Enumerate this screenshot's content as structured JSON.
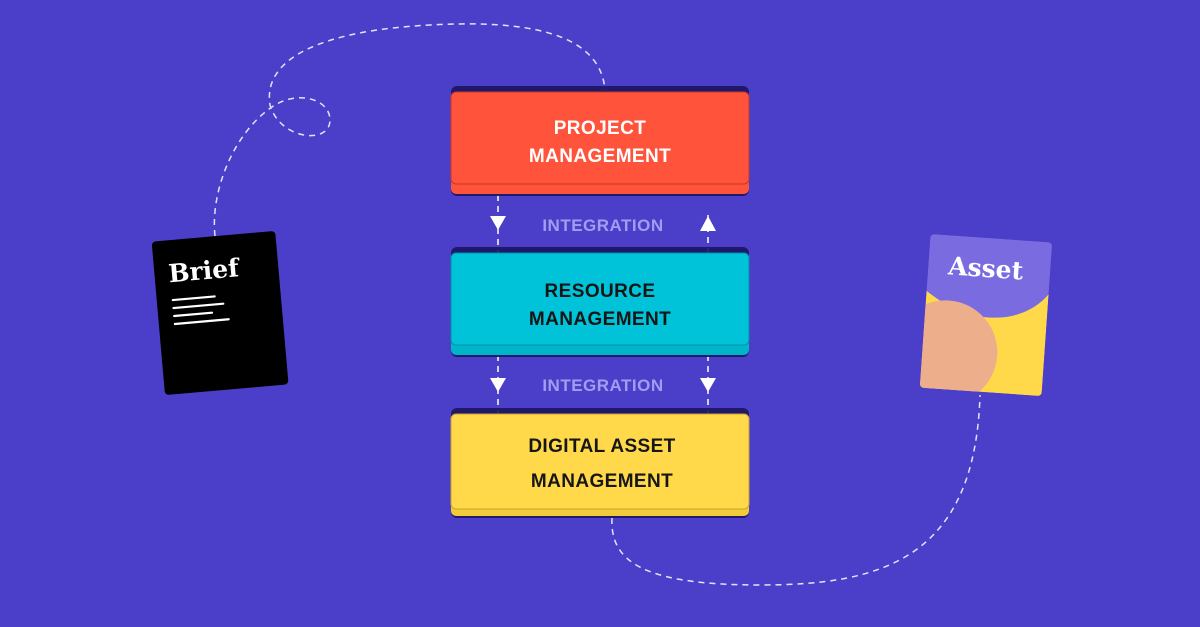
{
  "diagram": {
    "boxes": [
      {
        "line1": "PROJECT",
        "line2": "MANAGEMENT",
        "color": "#ff533b",
        "text_color": "#ffffff"
      },
      {
        "line1": "RESOURCE",
        "line2": "MANAGEMENT",
        "color": "#00c2d8",
        "text_color": "#161616"
      },
      {
        "line1": "DIGITAL ASSET",
        "line2": "MANAGEMENT",
        "color": "#ffd94a",
        "text_color": "#161616"
      }
    ],
    "integrations": [
      {
        "label": "INTEGRATION"
      },
      {
        "label": "INTEGRATION"
      }
    ],
    "cards": {
      "brief": {
        "title": "Brief",
        "color": "#000000"
      },
      "asset": {
        "title": "Asset",
        "color": "#7a6ce0"
      }
    },
    "colors": {
      "background": "#4b3fca",
      "connector": "#ffffff",
      "integration_text": "#a49cf0"
    }
  }
}
